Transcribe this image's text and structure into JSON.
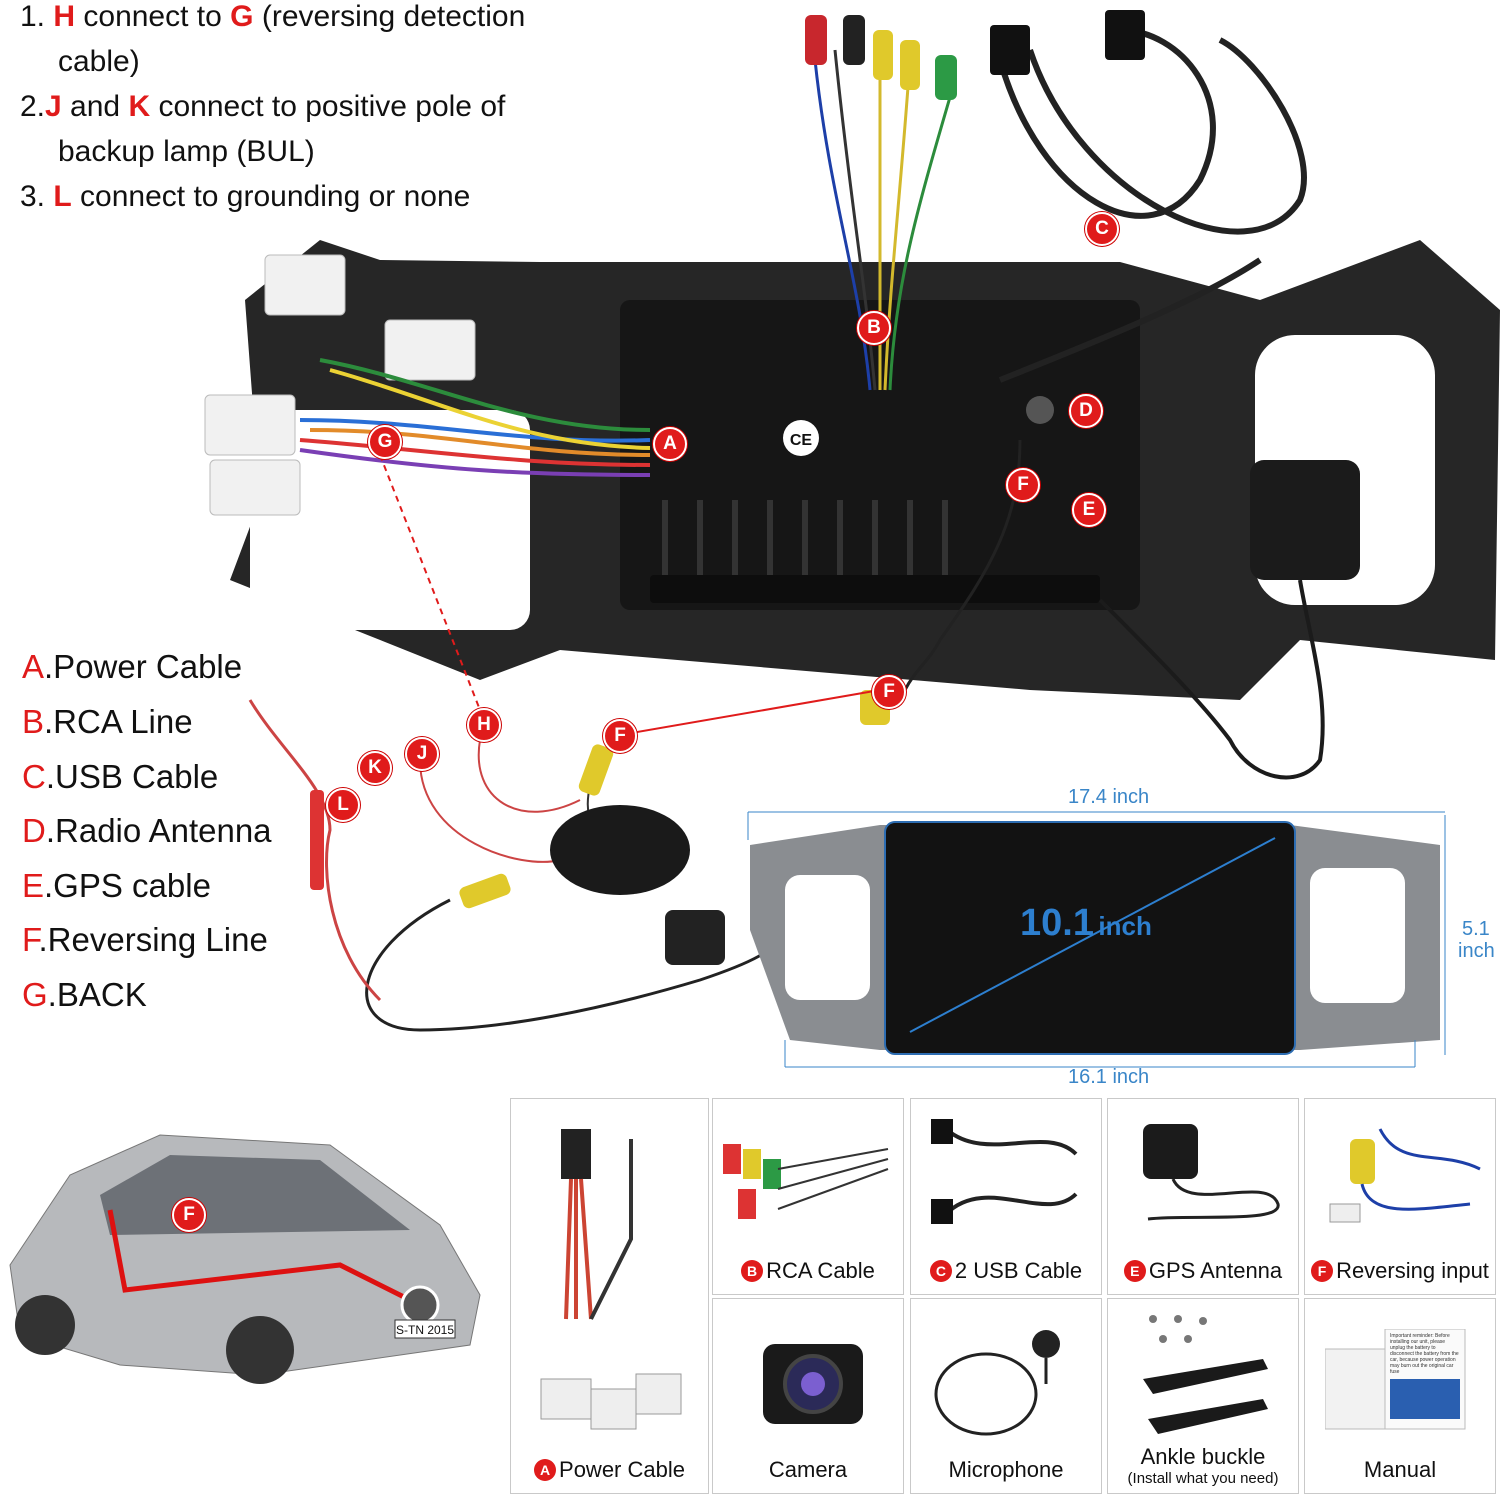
{
  "instructions": [
    {
      "num": "1.",
      "parts": [
        {
          "t": "H",
          "red": true
        },
        {
          "t": " connect to ",
          "red": false
        },
        {
          "t": "G",
          "red": true
        },
        {
          "t": " (reversing detection",
          "red": false
        }
      ],
      "cont": "cable)"
    },
    {
      "num": "2.",
      "parts": [
        {
          "t": "J",
          "red": true
        },
        {
          "t": " and ",
          "red": false
        },
        {
          "t": "K",
          "red": true
        },
        {
          "t": " connect to positive pole of",
          "red": false
        }
      ],
      "cont": "backup lamp (BUL)"
    },
    {
      "num": "3.",
      "parts": [
        {
          "t": "L",
          "red": true
        },
        {
          "t": " connect to grounding or none",
          "red": false
        }
      ],
      "cont": ""
    }
  ],
  "legend": [
    {
      "letter": "A",
      "text": ".Power Cable"
    },
    {
      "letter": "B",
      "text": ".RCA Line"
    },
    {
      "letter": "C",
      "text": ".USB Cable"
    },
    {
      "letter": "D",
      "text": ".Radio Antenna"
    },
    {
      "letter": "E",
      "text": ".GPS cable"
    },
    {
      "letter": "F",
      "text": ".Reversing Line"
    },
    {
      "letter": "G",
      "text": ".BACK"
    }
  ],
  "markers": {
    "A": "A",
    "B": "B",
    "C": "C",
    "D": "D",
    "E": "E",
    "F": "F",
    "G": "G",
    "H": "H",
    "J": "J",
    "K": "K",
    "L": "L"
  },
  "dimensions": {
    "top": "17.4 inch",
    "bottom": "16.1 inch",
    "height_value": "5.1",
    "height_unit": "inch",
    "diag_value": "10.1",
    "diag_unit": "inch"
  },
  "accessories": [
    {
      "marker": "A",
      "label": "Power Cable",
      "sub": ""
    },
    {
      "marker": "B",
      "label": "RCA Cable",
      "sub": ""
    },
    {
      "marker": "C",
      "label": "2 USB Cable",
      "sub": ""
    },
    {
      "marker": "E",
      "label": "GPS Antenna",
      "sub": ""
    },
    {
      "marker": "F",
      "label": "Reversing input",
      "sub": ""
    },
    {
      "marker": "",
      "label": "Camera",
      "sub": ""
    },
    {
      "marker": "",
      "label": "Microphone",
      "sub": ""
    },
    {
      "marker": "",
      "label": "Ankle buckle",
      "sub": "(Install what you need)"
    },
    {
      "marker": "",
      "label": "Manual",
      "sub": ""
    }
  ],
  "printed_text": {
    "ce": "CE",
    "plate": "S-TN 2015",
    "manual_note": "Important reminder: Before installing our unit, please unplug the battery to disconnect the battery from the car, because power operation may burn out the original car fuse"
  },
  "colors": {
    "accent": "#e01b1b",
    "dimension": "#3a86c8",
    "frame": "#1c1c1c"
  }
}
